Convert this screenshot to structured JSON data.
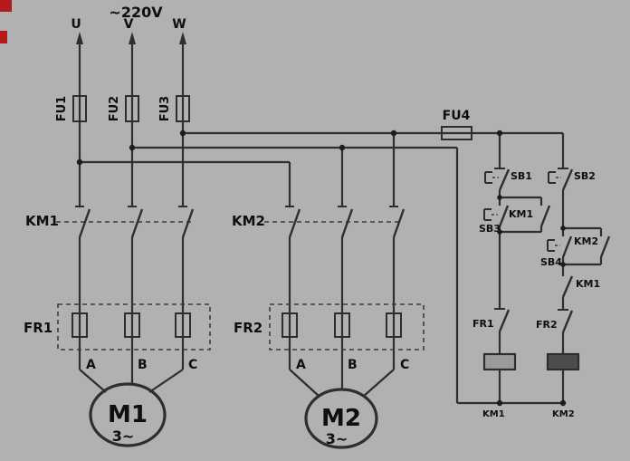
{
  "title": "~220V",
  "phases": {
    "u": "U",
    "v": "V",
    "w": "W"
  },
  "fuses": {
    "fu1": "FU1",
    "fu2": "FU2",
    "fu3": "FU3",
    "fu4": "FU4"
  },
  "power": {
    "km1_label": "KM1",
    "km2_label": "KM2",
    "fr1_label": "FR1",
    "fr2_label": "FR2"
  },
  "motor1": {
    "name": "M1",
    "type": "3~",
    "terminals": {
      "a": "A",
      "b": "B",
      "c": "C"
    }
  },
  "motor2": {
    "name": "M2",
    "type": "3~",
    "terminals": {
      "a": "A",
      "b": "B",
      "c": "C"
    }
  },
  "control": {
    "sb1": "SB1",
    "sb2": "SB2",
    "sb3": "SB3",
    "sb4": "SB4",
    "km1_aux": "KM1",
    "km2_aux": "KM2",
    "km1_interlock": "KM1",
    "fr1_contact": "FR1",
    "fr2_contact": "FR2",
    "km1_coil": "KM1",
    "km2_coil": "KM2"
  },
  "colors": {
    "background": "#b1b1b1",
    "line": "#2e2e2e",
    "text": "#0f0f0f",
    "marker_red": "#b51a1a"
  }
}
